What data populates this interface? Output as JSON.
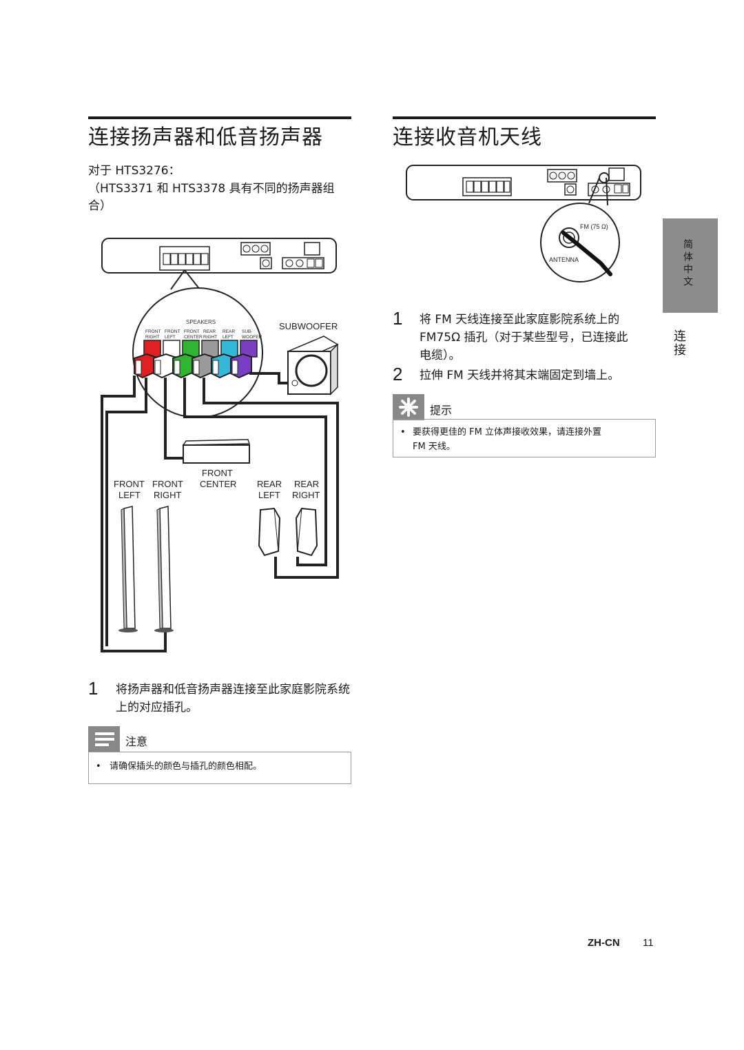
{
  "left": {
    "title": "连接扬声器和低音扬声器",
    "model_line": "对于 HTS3276：",
    "note_line": "（HTS3371 和 HTS3378 具有不同的扬声器组合）",
    "diagram": {
      "speakers_label": "SPEAKERS",
      "subwoofer_label": "SUBWOOFER",
      "jacks": [
        {
          "top": "FRONT",
          "bottom": "RIGHT",
          "color": "#e02020"
        },
        {
          "top": "FRONT",
          "bottom": "LEFT",
          "color": "#ffffff"
        },
        {
          "top": "FRONT",
          "bottom": "CENTER",
          "color": "#2fb52f"
        },
        {
          "top": "REAR",
          "bottom": "RIGHT",
          "color": "#9a9a9a"
        },
        {
          "top": "REAR",
          "bottom": "LEFT",
          "color": "#35b7d8"
        },
        {
          "top": "SUB-",
          "bottom": "WOOFER",
          "color": "#7a3ec4"
        }
      ],
      "front_left": "FRONT LEFT",
      "front_right": "FRONT RIGHT",
      "front_center": "FRONT CENTER",
      "rear_left": "REAR LEFT",
      "rear_right": "REAR RIGHT"
    },
    "step_num": "1",
    "step_text": "将扬声器和低音扬声器连接至此家庭影院系统上的对应插孔。",
    "caution_label": "注意",
    "caution_item": "请确保插头的颜色与插孔的颜色相配。"
  },
  "right": {
    "title": "连接收音机天线",
    "diagram": {
      "fm_label": "FM (75 Ω)",
      "antenna_label": "ANTENNA"
    },
    "steps": [
      {
        "num": "1",
        "text_a": "将 FM 天线连接至此家庭影院系统上的",
        "text_b": "FM75Ω 插孔（对于某些型号，已连接此",
        "text_c": "电缆）。"
      },
      {
        "num": "2",
        "text_a": "拉伸 FM 天线并将其末端固定到墙上。"
      }
    ],
    "tip_label": "提示",
    "tip_item_a": "要获得更佳的 FM 立体声接收效果，请连接外置",
    "tip_item_b": "FM 天线。"
  },
  "side": {
    "language_tab": "简体中文",
    "section": "连接"
  },
  "footer": {
    "lang_code": "ZH-CN",
    "page_number": "11"
  },
  "colors": {
    "accent_gray": "#888888",
    "rule": "#1a1a1a"
  }
}
